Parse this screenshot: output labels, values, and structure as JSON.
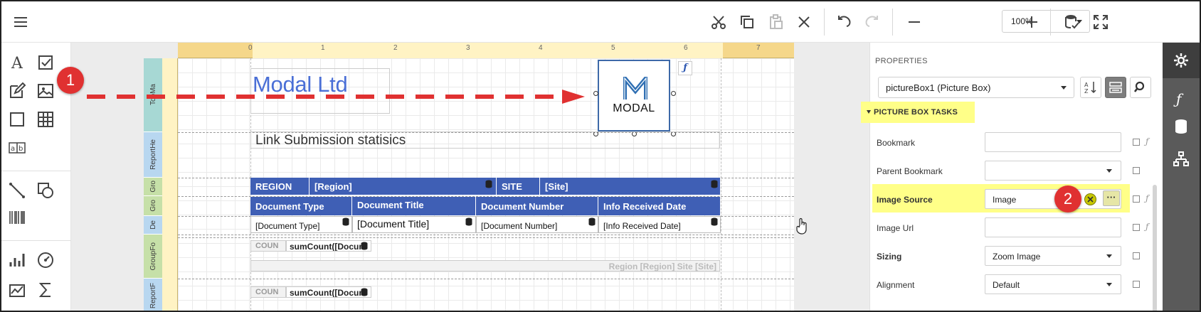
{
  "toolbar": {
    "zoom_value": "100%",
    "icons": [
      "menu-icon",
      "cut-icon",
      "copy-icon",
      "paste-icon",
      "delete-icon",
      "undo-icon",
      "redo-icon",
      "zoom-out-icon",
      "zoom-in-icon",
      "validate-icon",
      "fullscreen-icon"
    ]
  },
  "left_toolbox": {
    "icons": [
      "label-icon",
      "checkbox-icon",
      "rich-text-icon",
      "picture-box-icon",
      "panel-icon",
      "table-icon",
      "character-comb-icon",
      "line-icon",
      "shape-icon",
      "barcode-icon",
      "chart-icon",
      "gauge-icon",
      "sparkline-icon",
      "summary-icon"
    ],
    "character_comb_text": "a|b"
  },
  "ruler": {
    "ticks": [
      "0",
      "1",
      "2",
      "3",
      "4",
      "5",
      "6",
      "7"
    ]
  },
  "bands": [
    "TopMargin",
    "ReportHeader",
    "GroupHeader",
    "GroupHeader",
    "Detail",
    "GroupFooter",
    "ReportFooter"
  ],
  "bands_visible": [
    "TopMa",
    "ReportHe",
    "Gro",
    "Gro",
    "De",
    "GroupFo",
    "ReportF"
  ],
  "report": {
    "title": "Modal Ltd",
    "logo_text": "MODAL",
    "subtitle": "Link Submission statisics",
    "group_row": [
      {
        "text": "REGION"
      },
      {
        "text": "[Region]"
      },
      {
        "text": "SITE"
      },
      {
        "text": "[Site]"
      }
    ],
    "header_row": [
      "Document Type",
      "Document Title",
      "Document Number",
      "Info Received Date"
    ],
    "detail_row": [
      "[Document Type]",
      "[Document Title]",
      "[Document Number]",
      "[Info Received Date]"
    ],
    "group_footer_label": "COUN",
    "group_footer_value": "sumCount([Docum",
    "region_footer": "Region [Region] Site [Site]",
    "report_footer_label": "COUN",
    "report_footer_value": "sumCount([Docum"
  },
  "callouts": [
    "1",
    "2"
  ],
  "properties": {
    "title": "PROPERTIES",
    "selected_component": "pictureBox1 (Picture Box)",
    "tasks_header": "PICTURE BOX TASKS",
    "rows": [
      {
        "label": "Bookmark",
        "value": "",
        "bold": false
      },
      {
        "label": "Parent Bookmark",
        "value": "",
        "bold": false
      },
      {
        "label": "Image Source",
        "value": "Image",
        "bold": true
      },
      {
        "label": "Image Url",
        "value": "",
        "bold": false
      },
      {
        "label": "Sizing",
        "value": "Zoom Image",
        "bold": true
      },
      {
        "label": "Alignment",
        "value": "Default",
        "bold": false
      }
    ],
    "more_label": "···",
    "fx_label": "ƒ"
  },
  "right_tabs": [
    "properties-tab-icon",
    "expressions-tab-icon",
    "field-list-tab-icon",
    "report-explorer-tab-icon"
  ],
  "colors": {
    "accent_blue": "#3f5fb5",
    "title_blue": "#4a6fd6",
    "highlight": "#ffff88",
    "callout_red": "#e03131"
  }
}
